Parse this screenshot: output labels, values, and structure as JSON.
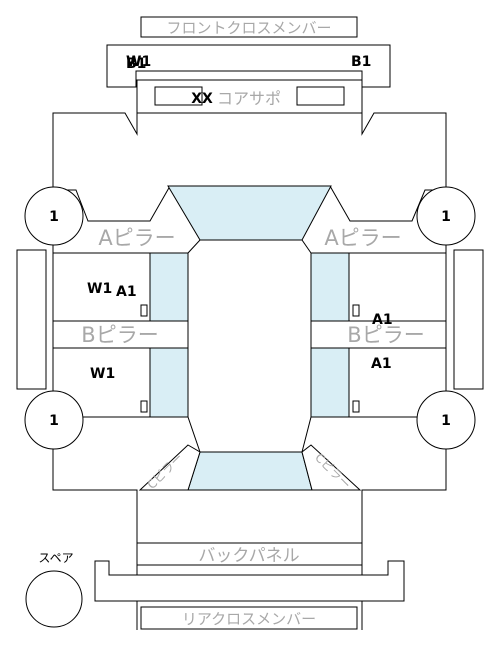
{
  "labels": {
    "front_cross_member": "フロントクロスメンバー",
    "core_support": "コアサポ",
    "a_pillar_left": "Aピラー",
    "a_pillar_right": "Aピラー",
    "b_pillar_left": "Bピラー",
    "b_pillar_right": "Bピラー",
    "c_pillar_left": "Cピラー",
    "c_pillar_right": "Cピラー",
    "back_panel": "バックパネル",
    "rear_cross_member": "リアクロスメンバー",
    "spare": "スペア"
  },
  "marks": {
    "front_left_top": "W1",
    "front_left_bottom": "B1",
    "front_right": "B1",
    "core_support": "XX",
    "door_fl_1": "W1",
    "door_fl_2": "A1",
    "door_fr": "A1",
    "door_rr": "A1",
    "door_rl": "W1"
  },
  "wheels": {
    "front_left": "1",
    "front_right": "1",
    "rear_left": "1",
    "rear_right": "1"
  }
}
